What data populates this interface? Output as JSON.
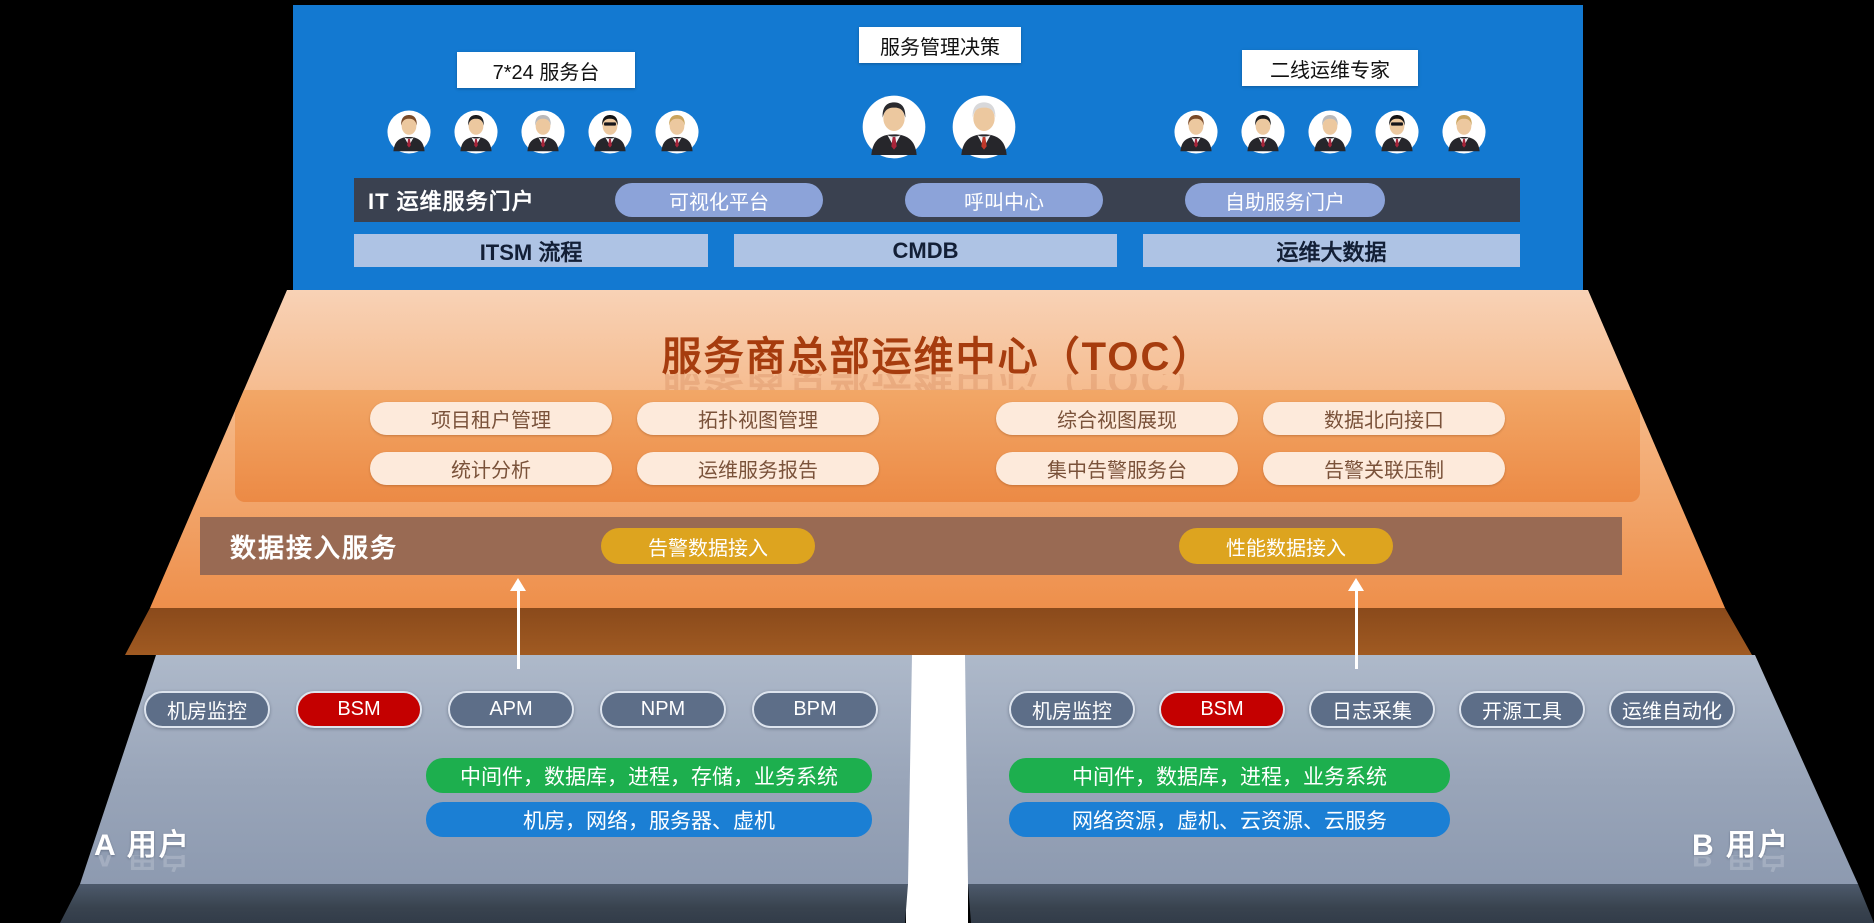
{
  "top_panel": {
    "groups": [
      {
        "label": "7*24 服务台",
        "avatars": [
          {
            "hair": "#7a4a28"
          },
          {
            "hair": "#1d1d1f"
          },
          {
            "hair": "#b9b9bb"
          },
          {
            "hair": "#141416",
            "shades": true
          },
          {
            "hair": "#caa45e"
          }
        ]
      },
      {
        "label": "服务管理决策",
        "avatars": [
          {
            "hair": "#2a2a2e"
          },
          {
            "hair": "#d8d8da",
            "tie": "#c0392b"
          }
        ]
      },
      {
        "label": "二线运维专家",
        "avatars": [
          {
            "hair": "#7a4a28"
          },
          {
            "hair": "#1d1d1f"
          },
          {
            "hair": "#b9b9bb"
          },
          {
            "hair": "#141416",
            "shades": true
          },
          {
            "hair": "#caa45e"
          }
        ]
      }
    ],
    "portal_bar": {
      "title": "IT 运维服务门户",
      "pills": [
        {
          "label": "可视化平台"
        },
        {
          "label": "呼叫中心"
        },
        {
          "label": "自助服务门户"
        }
      ]
    },
    "system_bars": [
      {
        "label": "ITSM 流程"
      },
      {
        "label": "CMDB"
      },
      {
        "label": "运维大数据"
      }
    ]
  },
  "toc": {
    "title": "服务商总部运维中心（TOC）",
    "title_color": "#a63c0e",
    "buttons_row1": [
      {
        "label": "项目租户管理"
      },
      {
        "label": "拓扑视图管理"
      },
      {
        "label": "综合视图展现"
      },
      {
        "label": "数据北向接口"
      }
    ],
    "buttons_row2": [
      {
        "label": "统计分析"
      },
      {
        "label": "运维服务报告"
      },
      {
        "label": "集中告警服务台"
      },
      {
        "label": "告警关联压制"
      }
    ],
    "data_access": {
      "title": "数据接入服务",
      "pill_color": "#dda41f",
      "pills": [
        {
          "label": "告警数据接入",
          "color": "#dda41f"
        },
        {
          "label": "性能数据接入",
          "color": "#dda41f"
        }
      ]
    }
  },
  "site_a": {
    "name": "A 用户",
    "tools": [
      {
        "label": "机房监控"
      },
      {
        "label": "BSM",
        "color": "#c40000"
      },
      {
        "label": "APM"
      },
      {
        "label": "NPM"
      },
      {
        "label": "BPM"
      }
    ],
    "layers": [
      {
        "label": "中间件，数据库，进程，存储，业务系统",
        "color": "#1daf4e"
      },
      {
        "label": "机房，网络，服务器、虚机",
        "color": "#1b7fd4"
      }
    ]
  },
  "site_b": {
    "name": "B 用户",
    "tools": [
      {
        "label": "机房监控"
      },
      {
        "label": "BSM",
        "color": "#c40000"
      },
      {
        "label": "日志采集"
      },
      {
        "label": "开源工具"
      },
      {
        "label": "运维自动化"
      }
    ],
    "layers": [
      {
        "label": "中间件，数据库，进程，业务系统",
        "color": "#1daf4e"
      },
      {
        "label": "网络资源，虚机、云资源、云服务",
        "color": "#1b7fd4"
      }
    ]
  }
}
